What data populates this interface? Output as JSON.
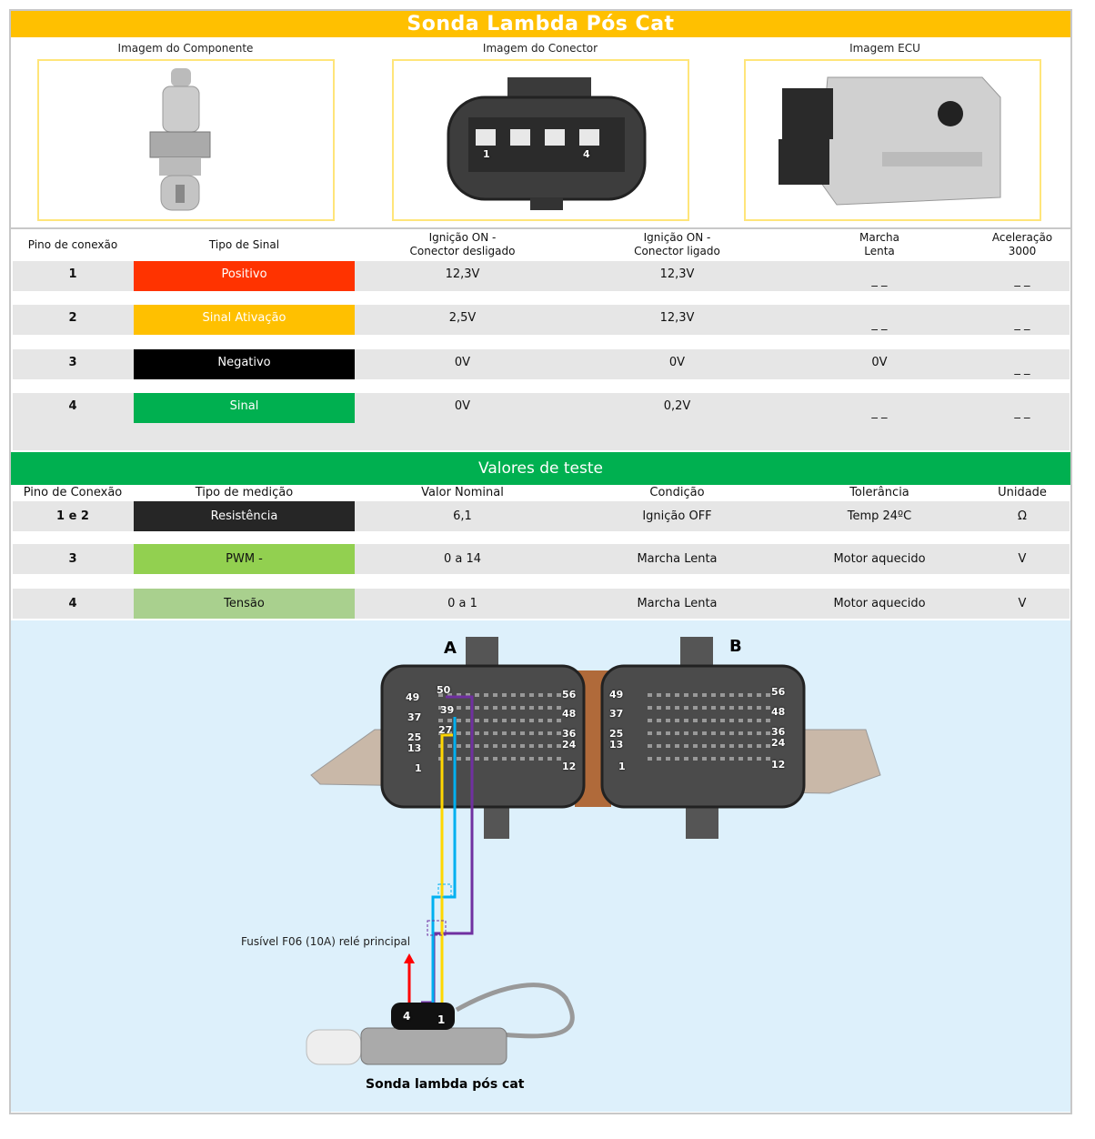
{
  "title": "Sonda Lambda Pós Cat",
  "images": {
    "component": "Imagem do Componente",
    "connector": "Imagem do Conector",
    "ecu": "Imagem ECU",
    "connector_pins": [
      "1",
      "4"
    ]
  },
  "table": {
    "headers": [
      "Pino de conexão",
      "Tipo de Sinal",
      "Ignição ON -\nConector desligado",
      "Ignição ON -\nConector ligado",
      "Marcha\nLenta",
      "Aceleração\n3000"
    ],
    "rows": [
      {
        "pin": "1",
        "signal": "Positivo",
        "color": "#FF3300",
        "ign_off": "12,3V",
        "ign_on": "12,3V",
        "idle": "_ _",
        "accel": "_ _"
      },
      {
        "pin": "2",
        "signal": "Sinal Ativação",
        "color": "#FFC000",
        "ign_off": "2,5V",
        "ign_on": "12,3V",
        "idle": "_ _",
        "accel": "_ _"
      },
      {
        "pin": "3",
        "signal": "Negativo",
        "color": "#000000",
        "ign_off": "0V",
        "ign_on": "0V",
        "idle": "0V",
        "accel": "_ _"
      },
      {
        "pin": "4",
        "signal": "Sinal",
        "color": "#00B050",
        "ign_off": "0V",
        "ign_on": "0,2V",
        "idle": "_ _",
        "accel": "_ _"
      }
    ]
  },
  "test": {
    "title": "Valores de teste",
    "headers": [
      "Pino de Conexão",
      "Tipo de medição",
      "Valor Nominal",
      "Condição",
      "Tolerância",
      "Unidade"
    ],
    "rows": [
      {
        "pin": "1 e 2",
        "type": "Resistência",
        "color": "#262626",
        "nominal": "6,1",
        "condition": "Ignição OFF",
        "tolerance": "Temp 24ºC",
        "unit": "Ω"
      },
      {
        "pin": "3",
        "type": "PWM -",
        "color": "#92D050",
        "nominal": "0 a 14",
        "condition": "Marcha Lenta",
        "tolerance": "Motor aquecido",
        "unit": "V"
      },
      {
        "pin": "4",
        "type": "Tensão",
        "color": "#A9D08E",
        "nominal": "0 a 1",
        "condition": "Marcha Lenta",
        "tolerance": "Motor aquecido",
        "unit": "V"
      }
    ]
  },
  "diagram": {
    "connector_a": "A",
    "connector_b": "B",
    "pins_a": [
      "50",
      "49",
      "39",
      "37",
      "27",
      "25",
      "13",
      "1",
      "56",
      "48",
      "36",
      "24",
      "12"
    ],
    "pins_b": [
      "49",
      "37",
      "25",
      "13",
      "1",
      "56",
      "48",
      "36",
      "24",
      "12"
    ],
    "fuse_label": "Fusível F06  (10A)  relé principal",
    "sensor_pins": [
      "4",
      "1"
    ],
    "sensor_label": "Sonda lambda pós cat"
  }
}
